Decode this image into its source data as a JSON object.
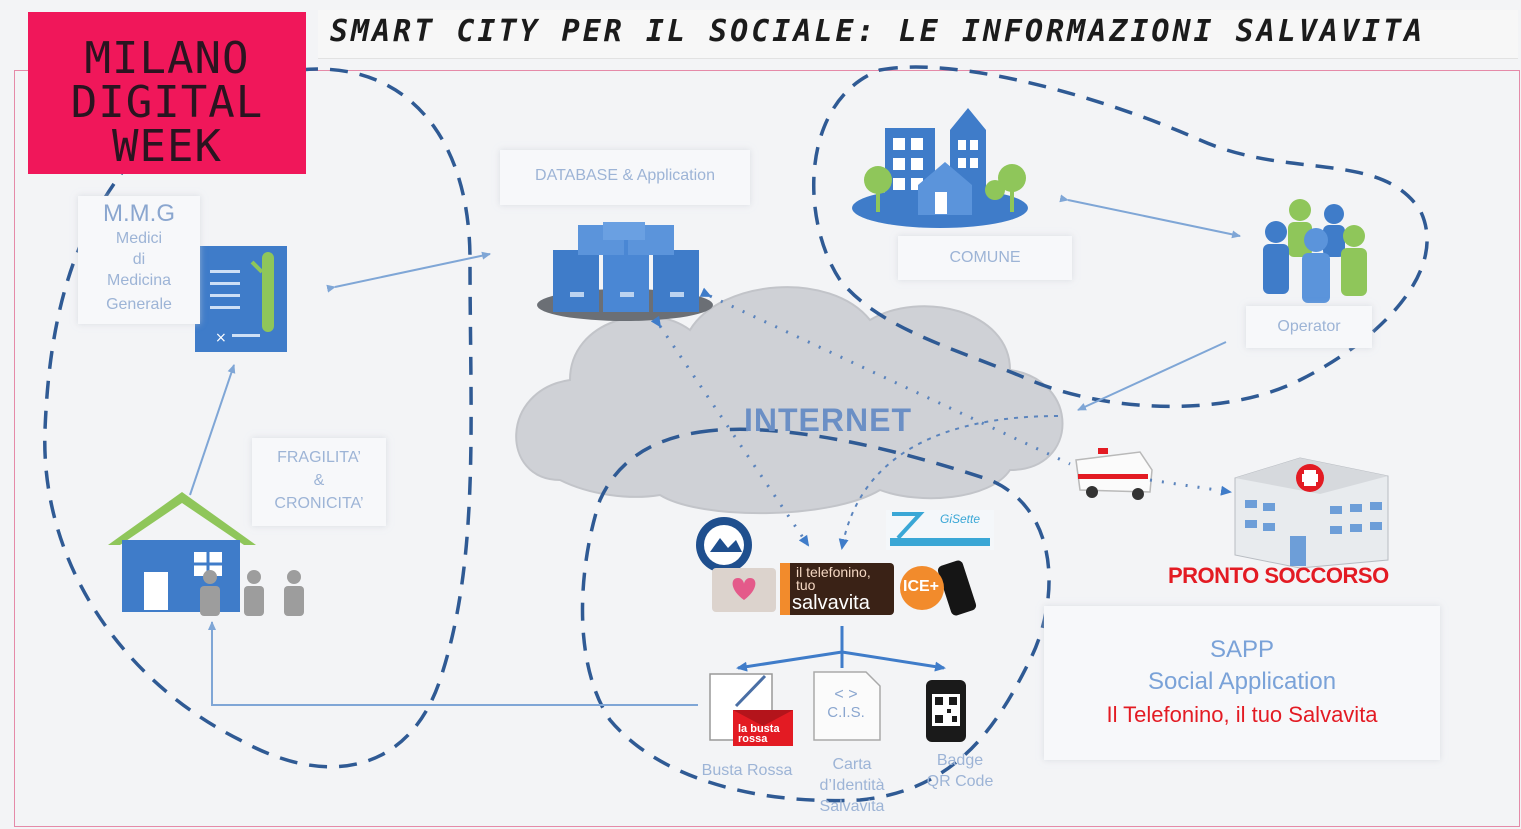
{
  "title": "SMART CITY PER IL SOCIALE: LE INFORMAZIONI SALVAVITA",
  "logo": {
    "lines": [
      "MILANO",
      "DIGITAL",
      "WEEK"
    ]
  },
  "mmg": {
    "heading": "M.M.G",
    "lines": [
      "Medici",
      "di",
      "Medicina",
      "Generale"
    ]
  },
  "database_label": "DATABASE & Application",
  "comune_label": "COMUNE",
  "operator_label": "Operator",
  "internet_label": "INTERNET",
  "fragilita": {
    "lines": [
      "FRAGILITA’",
      "&",
      "CRONICITA’"
    ]
  },
  "pronto_soccorso": "PRONTO SOCCORSO",
  "sapp": {
    "line1": "SAPP",
    "line2": "Social Application",
    "line3": "Il Telefonino, il tuo Salvavita"
  },
  "salvavita_logo": {
    "small": "il telefonino, tuo",
    "big": "salvavita",
    "ice": "ICE+"
  },
  "gisette_label": "GiSette",
  "outputs": [
    {
      "lines": [
        "Busta Rossa"
      ],
      "icon_text": "la busta rossa"
    },
    {
      "lines": [
        "Carta",
        "d’Identità",
        "Salvavita"
      ],
      "icon_text": "C.I.S."
    },
    {
      "lines": [
        "Badge",
        "QR Code"
      ]
    }
  ],
  "colors": {
    "accent_pink": "#f0175a",
    "dashed_blue": "#2f5a94",
    "label_blue": "#9db4d6",
    "icon_blue": "#3f7cc9",
    "icon_green": "#8fc65a",
    "red": "#e31b23"
  }
}
